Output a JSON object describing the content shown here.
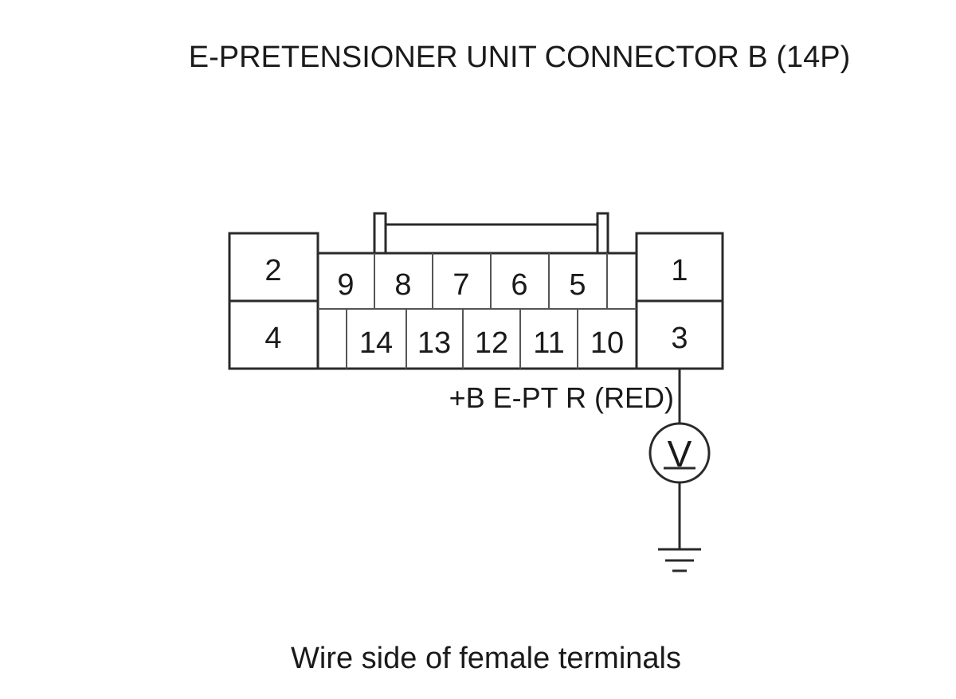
{
  "title": "E-PRETENSIONER UNIT CONNECTOR B (14P)",
  "connector": {
    "pins": [
      "1",
      "2",
      "3",
      "4",
      "5",
      "6",
      "7",
      "8",
      "9",
      "10",
      "11",
      "12",
      "13",
      "14"
    ]
  },
  "wire_label": "+B E-PT R (RED)",
  "meter_symbol": "V",
  "caption": "Wire side of female terminals"
}
